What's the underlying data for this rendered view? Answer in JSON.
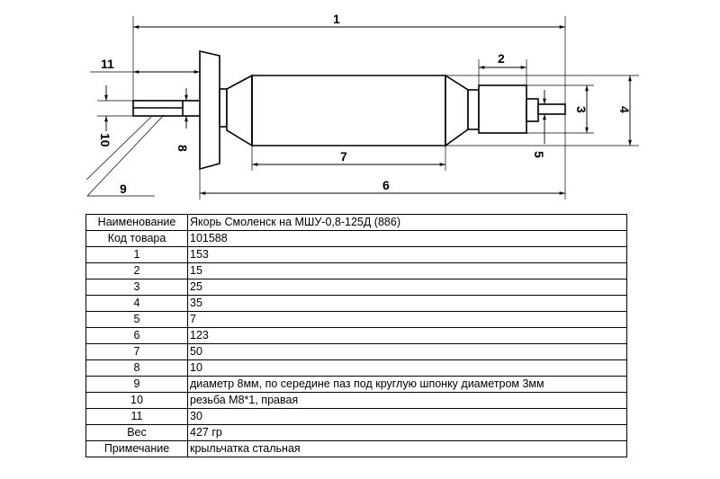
{
  "drawing": {
    "labels": {
      "d1": "1",
      "d2": "2",
      "d3": "3",
      "d4": "4",
      "d5": "5",
      "d6": "6",
      "d7": "7",
      "d8": "8",
      "d9": "9",
      "d10": "10",
      "d11": "11"
    }
  },
  "spec": {
    "rows": [
      {
        "key": "Наименование",
        "value": "Якорь Смоленск на МШУ-0,8-125Д (886)"
      },
      {
        "key": "Код товара",
        "value": "101588"
      },
      {
        "key": "1",
        "value": "153"
      },
      {
        "key": "2",
        "value": "15"
      },
      {
        "key": "3",
        "value": "25"
      },
      {
        "key": "4",
        "value": "35"
      },
      {
        "key": "5",
        "value": "7"
      },
      {
        "key": "6",
        "value": "123"
      },
      {
        "key": "7",
        "value": "50"
      },
      {
        "key": "8",
        "value": "10"
      },
      {
        "key": "9",
        "value": "диаметр 8мм, по середине паз под круглую шпонку диаметром 3мм"
      },
      {
        "key": "10",
        "value": "резьба М8*1, правая"
      },
      {
        "key": "11",
        "value": "30"
      },
      {
        "key": "Вес",
        "value": "427 гр"
      },
      {
        "key": "Примечание",
        "value": "крыльчатка стальная"
      }
    ]
  }
}
